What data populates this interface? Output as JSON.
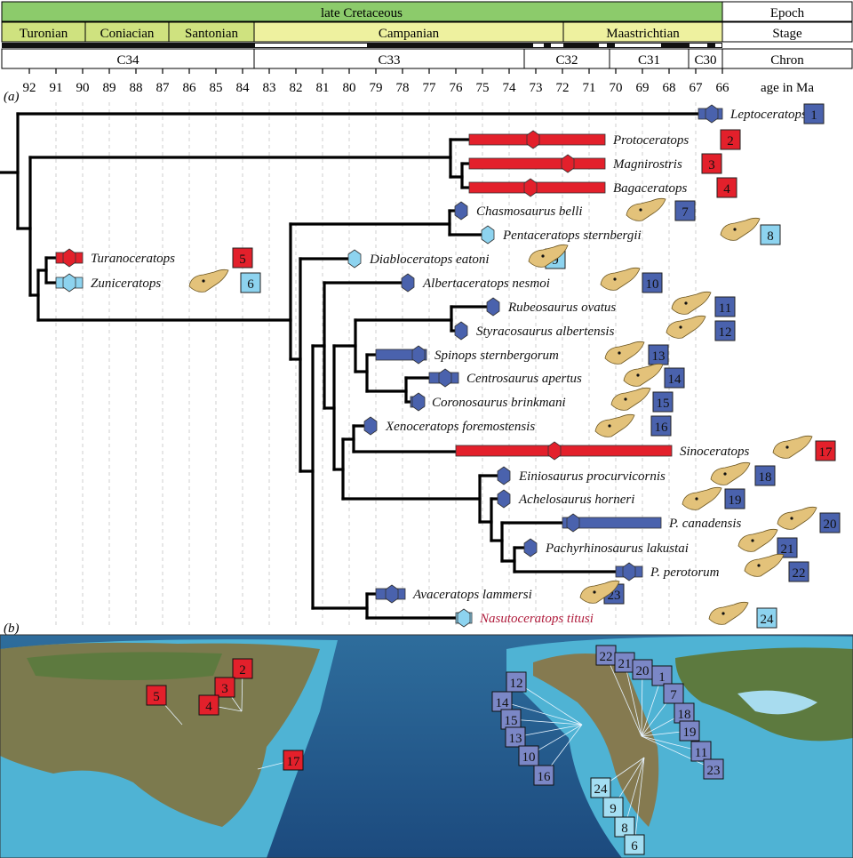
{
  "header": {
    "epoch": "late Cretaceous",
    "row_labels": {
      "epoch": "Epoch",
      "stage": "Stage",
      "chron": "Chron"
    },
    "stages": [
      "Turonian",
      "Coniacian",
      "Santonian",
      "Campanian",
      "Maastrichtian"
    ],
    "chrons": [
      "C34",
      "C33",
      "C32",
      "C31",
      "C30"
    ],
    "ticks": [
      "92",
      "91",
      "90",
      "89",
      "88",
      "87",
      "86",
      "85",
      "84",
      "83",
      "82",
      "81",
      "80",
      "79",
      "78",
      "77",
      "76",
      "75",
      "74",
      "73",
      "72",
      "71",
      "70",
      "69",
      "68",
      "67",
      "66"
    ],
    "axis_label": "age in Ma"
  },
  "panels": {
    "a": "(a)",
    "b": "(b)"
  },
  "colors": {
    "asia": "#e3202b",
    "north_america": "#4a62ad",
    "new_or_southern": "#8dd3ef",
    "epoch_green": "#8ccb6b",
    "stage_green": "#cfe27f",
    "stage_yellow": "#eef19f",
    "nasutoceratops_label": "#b01c3c"
  },
  "taxa": [
    {
      "name": "Leptoceratops",
      "num": "1",
      "group": "north_america",
      "range": [
        66.9,
        66.0
      ],
      "point": 66.4
    },
    {
      "name": "Protoceratops",
      "num": "2",
      "group": "asia",
      "range": [
        75.5,
        70.4
      ],
      "point": 73.1
    },
    {
      "name": "Magnirostris",
      "num": "3",
      "group": "asia",
      "range": [
        75.5,
        70.4
      ],
      "point": 71.8
    },
    {
      "name": "Bagaceratops",
      "num": "4",
      "group": "asia",
      "range": [
        75.5,
        70.4
      ],
      "point": 73.2
    },
    {
      "name": "Chasmosaurus belli",
      "num": "7",
      "group": "north_america",
      "point": 75.8
    },
    {
      "name": "Pentaceratops sternbergii",
      "num": "8",
      "group": "new_or_southern",
      "point": 74.8
    },
    {
      "name": "Turanoceratops",
      "num": "5",
      "group": "asia",
      "range": [
        91.0,
        90.0
      ],
      "point": 90.5
    },
    {
      "name": "Zuniceratops",
      "num": "6",
      "group": "new_or_southern",
      "range": [
        91.0,
        90.0
      ],
      "point": 90.5
    },
    {
      "name": "Diabloceratops eatoni",
      "num": "9",
      "group": "new_or_southern",
      "point": 79.8
    },
    {
      "name": "Albertaceratops nesmoi",
      "num": "10",
      "group": "north_america",
      "point": 77.8
    },
    {
      "name": "Rubeosaurus ovatus",
      "num": "11",
      "group": "north_america",
      "point": 74.6
    },
    {
      "name": "Styracosaurus albertensis",
      "num": "12",
      "group": "north_america",
      "point": 75.8
    },
    {
      "name": "Spinops sternbergorum",
      "num": "13",
      "group": "north_america",
      "range": [
        79.0,
        77.1
      ],
      "point": 77.4
    },
    {
      "name": "Centrosaurus apertus",
      "num": "14",
      "group": "north_america",
      "range": [
        77.0,
        75.9
      ],
      "point": 76.4
    },
    {
      "name": "Coronosaurus brinkmani",
      "num": "15",
      "group": "north_america",
      "range": [
        77.7,
        77.2
      ],
      "point": 77.4
    },
    {
      "name": "Xenoceratops foremostensis",
      "num": "16",
      "group": "north_america",
      "point": 79.2
    },
    {
      "name": "Sinoceratops",
      "num": "17",
      "group": "asia",
      "range": [
        76.0,
        67.9
      ],
      "point": 72.3
    },
    {
      "name": "Einiosaurus procurvicornis",
      "num": "18",
      "group": "north_america",
      "point": 74.2
    },
    {
      "name": "Achelosaurus horneri",
      "num": "19",
      "group": "north_america",
      "point": 74.2
    },
    {
      "name": "P. canadensis",
      "num": "20",
      "group": "north_america",
      "range": [
        72.0,
        68.3
      ],
      "point": 71.6
    },
    {
      "name": "Pachyrhinosaurus lakustai",
      "num": "21",
      "group": "north_america",
      "point": 73.2
    },
    {
      "name": "P. perotorum",
      "num": "22",
      "group": "north_america",
      "range": [
        70.0,
        69.0
      ],
      "point": 69.5
    },
    {
      "name": "Avaceratops lammersi",
      "num": "23",
      "group": "north_america",
      "range": [
        79.0,
        77.9
      ],
      "point": 78.4
    },
    {
      "name": "Nasutoceratops titusi",
      "num": "24",
      "group": "new_or_southern",
      "range": [
        76.0,
        75.4
      ],
      "point": 75.7
    }
  ],
  "map_labels": [
    {
      "num": "2",
      "group": "asia"
    },
    {
      "num": "3",
      "group": "asia"
    },
    {
      "num": "4",
      "group": "asia"
    },
    {
      "num": "5",
      "group": "asia"
    },
    {
      "num": "17",
      "group": "asia"
    },
    {
      "num": "22",
      "group": "north_america"
    },
    {
      "num": "21",
      "group": "north_america"
    },
    {
      "num": "20",
      "group": "north_america"
    },
    {
      "num": "1",
      "group": "north_america"
    },
    {
      "num": "7",
      "group": "north_america"
    },
    {
      "num": "18",
      "group": "north_america"
    },
    {
      "num": "19",
      "group": "north_america"
    },
    {
      "num": "11",
      "group": "north_america"
    },
    {
      "num": "23",
      "group": "north_america"
    },
    {
      "num": "12",
      "group": "north_america"
    },
    {
      "num": "14",
      "group": "north_america"
    },
    {
      "num": "15",
      "group": "north_america"
    },
    {
      "num": "13",
      "group": "north_america"
    },
    {
      "num": "10",
      "group": "north_america"
    },
    {
      "num": "16",
      "group": "north_america"
    },
    {
      "num": "24",
      "group": "new_or_southern"
    },
    {
      "num": "9",
      "group": "new_or_southern"
    },
    {
      "num": "8",
      "group": "new_or_southern"
    },
    {
      "num": "6",
      "group": "new_or_southern"
    }
  ]
}
